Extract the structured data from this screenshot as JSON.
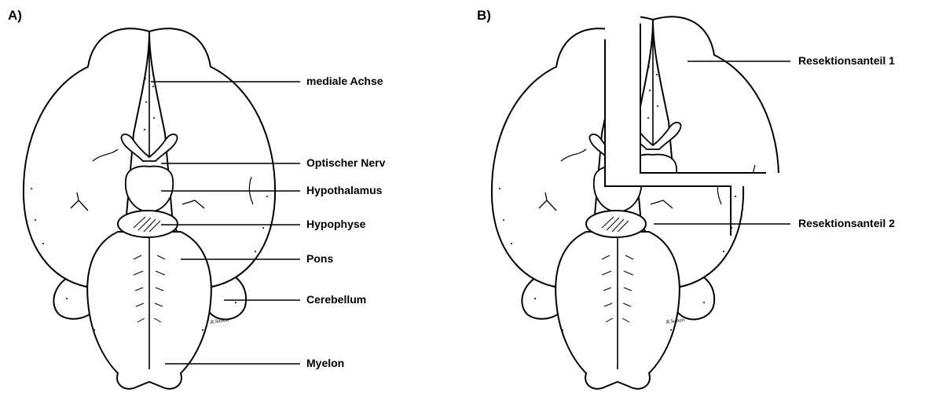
{
  "panels": [
    {
      "letter": "A)",
      "labels": [
        "mediale Achse",
        "Optischer Nerv",
        "Hypothalamus",
        "Hypophyse",
        "Pons",
        "Cerebellum",
        "Myelon"
      ],
      "signature": "R.Saban"
    },
    {
      "letter": "B)",
      "labels": [
        "Resektionsanteil 1",
        "Resektionsanteil 2"
      ],
      "signature": "R.Saban"
    }
  ],
  "colors": {
    "ink": "#000000",
    "background": "#ffffff"
  }
}
